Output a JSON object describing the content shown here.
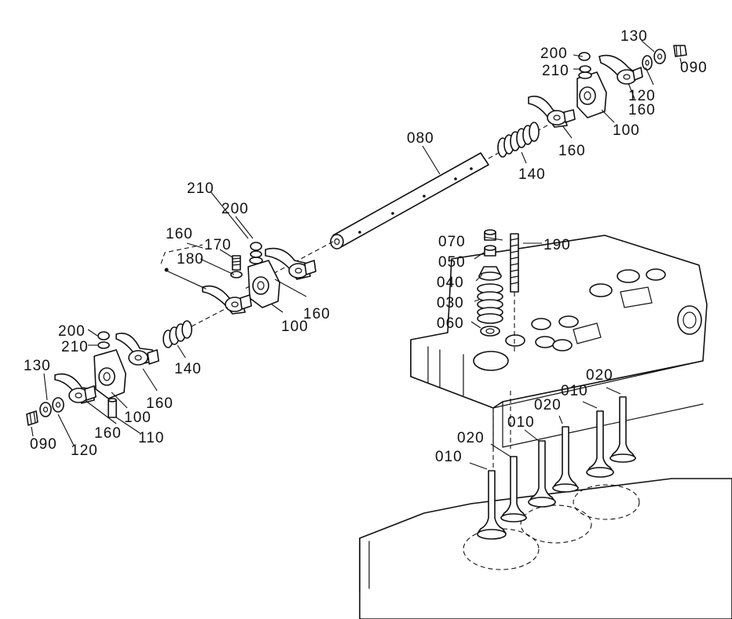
{
  "labels": [
    "130",
    "200",
    "210",
    "090",
    "120",
    "160",
    "100",
    "160",
    "140",
    "080",
    "210",
    "200",
    "160",
    "170",
    "180",
    "160",
    "100",
    "070",
    "190",
    "050",
    "040",
    "030",
    "060",
    "200",
    "210",
    "140",
    "130",
    "160",
    "090",
    "120",
    "160",
    "100",
    "110",
    "020",
    "010",
    "020",
    "010",
    "020",
    "010"
  ]
}
